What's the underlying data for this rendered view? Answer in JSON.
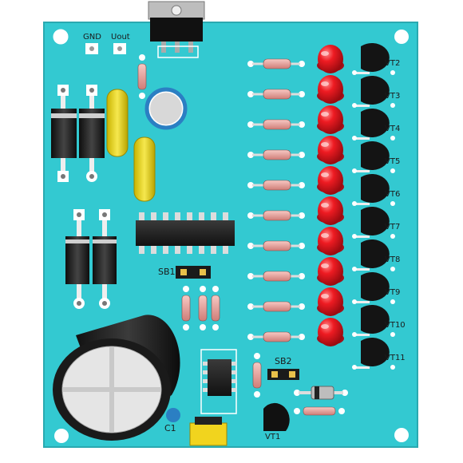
{
  "board": {
    "pcb_color": "#33c9d1",
    "labels": {
      "gnd": "GND",
      "uout": "Uout",
      "sb1": "SB1",
      "sb2": "SB2",
      "c1": "C1",
      "vt1": "VT1"
    },
    "transistor_labels": [
      "VT2",
      "VT3",
      "VT4",
      "VT5",
      "VT6",
      "VT7",
      "VT8",
      "VT9",
      "VT10",
      "VT11"
    ],
    "led_color": "#e8141c",
    "resistor_color": "#e7a09a",
    "led_count": 10,
    "resistor_count": 10
  }
}
